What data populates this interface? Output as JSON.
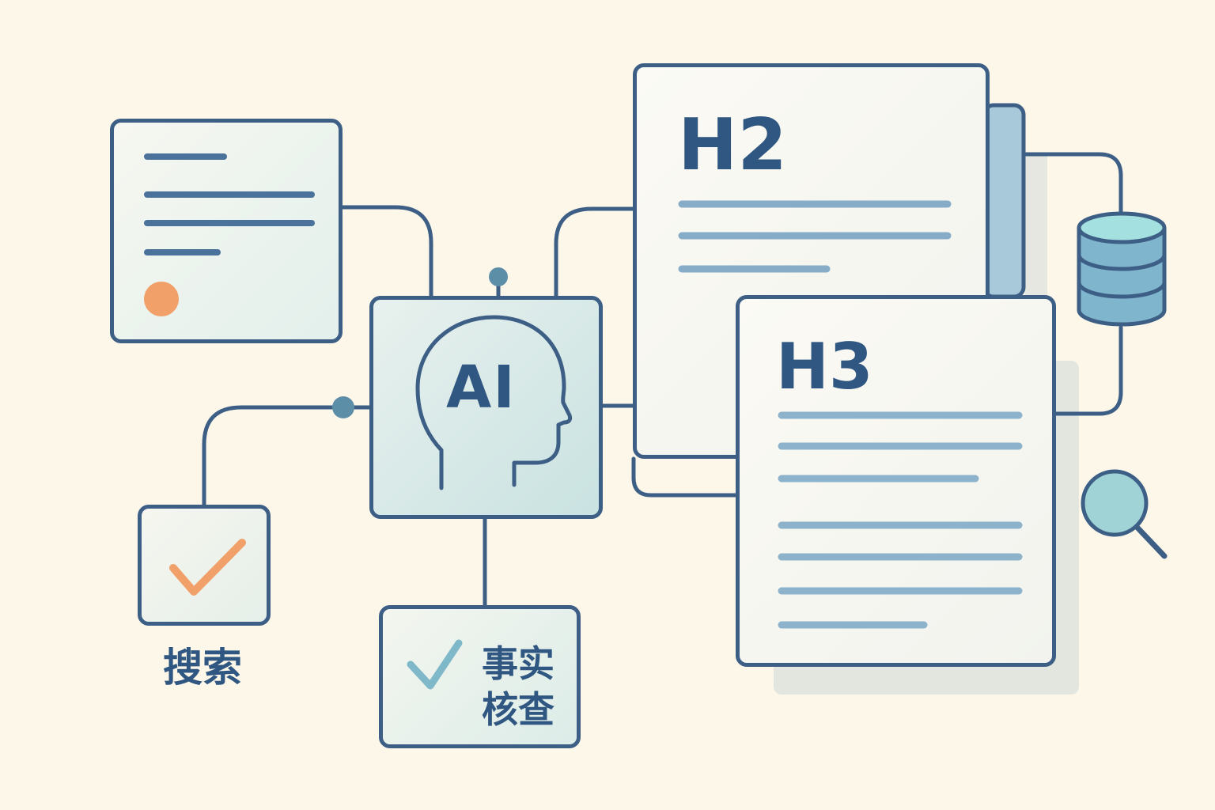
{
  "colors": {
    "background": "#fdf7ea",
    "stroke": "#3d5f86",
    "text": "#2f5781",
    "accent_orange": "#f0a068",
    "accent_teal": "#7fb8c8",
    "line_light": "#8db3cc"
  },
  "ai_node": {
    "label": "AI",
    "icon": "head-profile-icon"
  },
  "h2_doc": {
    "heading": "H2"
  },
  "h3_doc": {
    "heading": "H3"
  },
  "search_node": {
    "label": "搜索",
    "icon": "checkmark-icon"
  },
  "factcheck_node": {
    "label_line1": "事实",
    "label_line2": "核查",
    "icon": "checkmark-icon"
  },
  "database": {
    "icon": "database-icon"
  },
  "magnifier": {
    "icon": "magnifier-icon"
  },
  "source_doc": {
    "icon": "orange-dot-icon"
  }
}
